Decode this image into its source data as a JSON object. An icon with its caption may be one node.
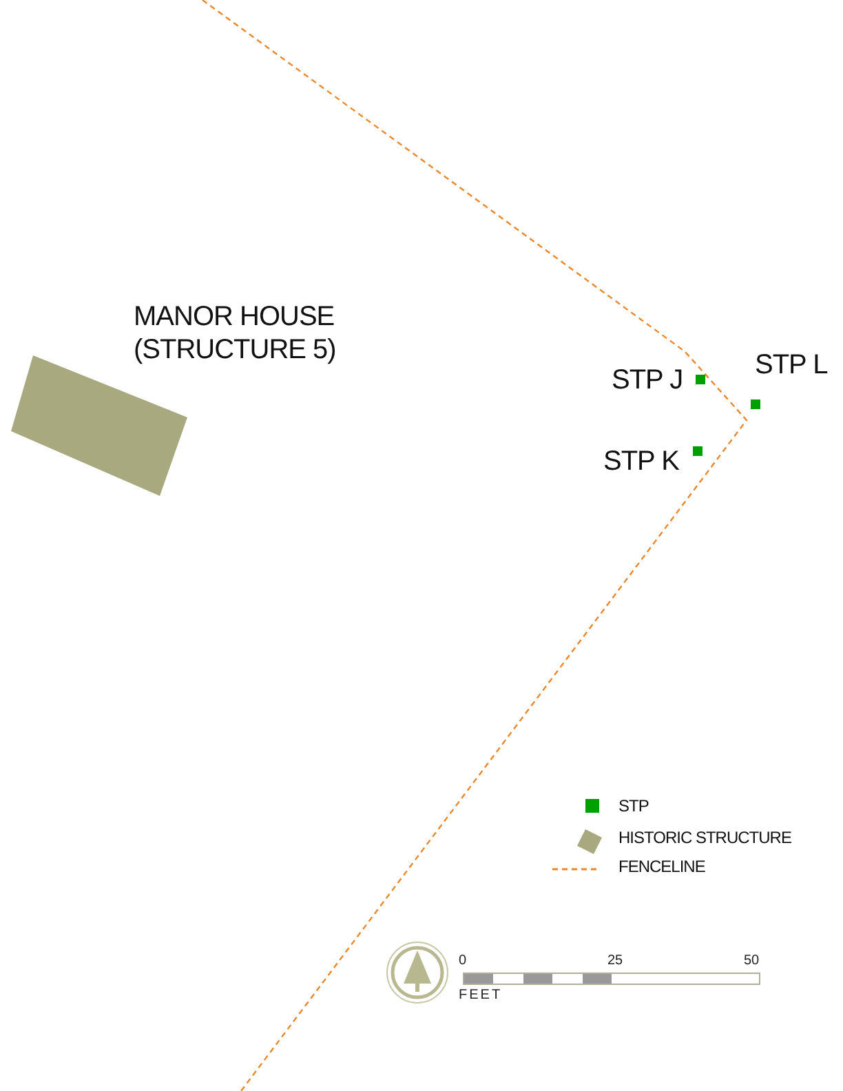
{
  "diagram": {
    "nodes": [
      {
        "text": [
          "MANOR HOUSE (STRUCTURE 5)"
        ]
      },
      {
        "text": [],
        "shape": "box",
        "beside": [
          "STP J"
        ]
      },
      {
        "text": [],
        "shape": "box",
        "beside": [
          "STP L"
        ]
      },
      {
        "text": [],
        "shape": "box",
        "beside": [
          "STP K"
        ]
      }
    ],
    "edges": [],
    "labels": [
      "0",
      "25",
      "50",
      "FEET"
    ],
    "legend": [
      {
        "text": "STP",
        "color": "#00a000"
      },
      {
        "text": "HISTORIC STRUCTURE",
        "color": "#a9a97f"
      },
      {
        "text": "FENCELINE"
      }
    ]
  }
}
